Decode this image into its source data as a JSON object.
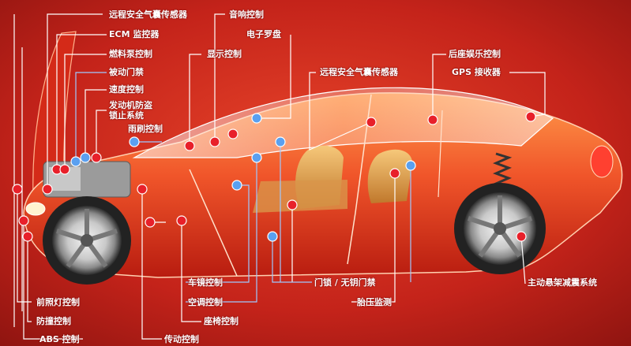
{
  "labels": {
    "remote_airbag_sensor_top": "远程安全气囊传感器",
    "ecm_monitor": "ECM 监控器",
    "fuel_pump_control": "燃料泵控制",
    "passive_door_lock": "被动门禁",
    "speed_control": "速度控制",
    "engine_immobilizer": "发动机防盗\n锁止系统",
    "wiper_control": "雨刷控制",
    "audio_control": "音响控制",
    "electronic_compass": "电子罗盘",
    "display_control": "显示控制",
    "remote_airbag_sensor_mid": "远程安全气囊传感器",
    "rear_seat_entertainment": "后座娱乐控制",
    "gps_receiver": "GPS 接收器",
    "active_suspension": "主动悬架减震系统",
    "mirror_control": "车镜控制",
    "door_lock_keyless": "门锁 / 无钥门禁",
    "ac_control": "空调控制",
    "tire_pressure": "胎压监测",
    "headlight_control": "前照灯控制",
    "seat_control": "座椅控制",
    "anti_collision": "防撞控制",
    "abs_control": "ABS 控制",
    "transmission_control": "传动控制"
  },
  "colors": {
    "background": "#ffffff",
    "frame": "#c81e12",
    "body_red": "#e0341e",
    "body_orange": "#f07a2a",
    "leader_line_white": "#ffffff",
    "leader_line_blue": "#9ec9ff",
    "marker_red": "#e8202a",
    "marker_blue": "#5aa0f0"
  }
}
